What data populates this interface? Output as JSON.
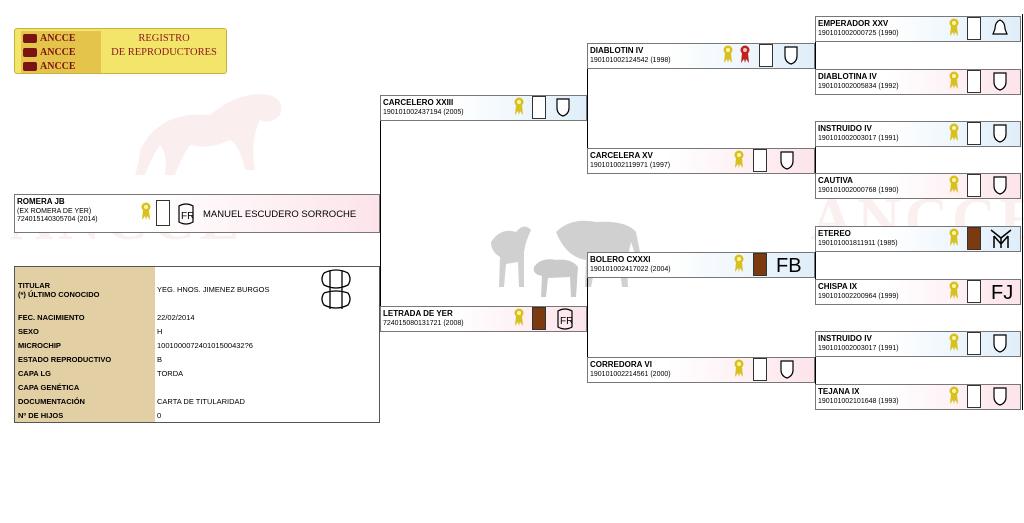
{
  "header": {
    "logo_brand_lines": [
      "ANCCE",
      "ANCCE",
      "ANCCE"
    ],
    "logo_title_line1": "REGISTRO",
    "logo_title_line2": "DE REPRODUCTORES",
    "watermark": "ANCCE"
  },
  "subject": {
    "name": "ROMERA JB",
    "alias": "(EX ROMERA DE YER)",
    "registration": "724015140305704 (2014)",
    "owner": "MANUEL ESCUDERO SORROCHE",
    "brand_icon": "fr-brand-icon",
    "rosette_color": "#d8c020"
  },
  "details": {
    "titular_label": "TITULAR",
    "titular_sub_label": "(*) ÚLTIMO CONOCIDO",
    "titular_value": "YEG. HNOS. JIMENEZ BURGOS",
    "rows": [
      {
        "label": "FEC. NACIMIENTO",
        "value": "22/02/2014"
      },
      {
        "label": "SEXO",
        "value": "H"
      },
      {
        "label": "MICROCHIP",
        "value": "100100007240101500432?6"
      },
      {
        "label": "ESTADO REPRODUCTIVO",
        "value": "B"
      },
      {
        "label": "CAPA LG",
        "value": "TORDA"
      },
      {
        "label": "CAPA GENÉTICA",
        "value": ""
      },
      {
        "label": "DOCUMENTACIÓN",
        "value": "CARTA DE TITULARIDAD"
      },
      {
        "label": "Nº DE HIJOS",
        "value": "0"
      }
    ],
    "microchip_display": "100100007240101500432?6"
  },
  "pedigree": {
    "g1": [
      {
        "name": "CARCELERO XXIII",
        "reg": "190101002437194 (2005)",
        "sex": "male"
      },
      {
        "name": "LETRADA DE YER",
        "reg": "724015080131721 (2008)",
        "sex": "female"
      }
    ],
    "g2": [
      {
        "name": "DIABLOTIN IV",
        "reg": "190101002124542 (1998)",
        "sex": "male"
      },
      {
        "name": "CARCELERA XV",
        "reg": "190101002119971 (1997)",
        "sex": "female"
      },
      {
        "name": "BOLERO CXXXI",
        "reg": "190101002417022 (2004)",
        "sex": "male",
        "brand": "FB"
      },
      {
        "name": "CORREDORA VI",
        "reg": "190101002214561 (2000)",
        "sex": "female"
      }
    ],
    "g3": [
      {
        "name": "EMPERADOR XXV",
        "reg": "190101002000725 (1990)",
        "sex": "male"
      },
      {
        "name": "DIABLOTINA IV",
        "reg": "190101002005834 (1992)",
        "sex": "female"
      },
      {
        "name": "INSTRUIDO IV",
        "reg": "190101002003017 (1991)",
        "sex": "male"
      },
      {
        "name": "CAUTIVA",
        "reg": "190101002000768 (1990)",
        "sex": "female"
      },
      {
        "name": "ETEREO",
        "reg": "190101001811911 (1985)",
        "sex": "male"
      },
      {
        "name": "CHISPA IX",
        "reg": "190101002200964 (1999)",
        "sex": "female",
        "brand": "FJ"
      },
      {
        "name": "INSTRUIDO IV",
        "reg": "190101002003017 (1991)",
        "sex": "male"
      },
      {
        "name": "TEJANA IX",
        "reg": "190101002101648 (1993)",
        "sex": "female"
      }
    ]
  },
  "colors": {
    "male_tint": "#dfeefa",
    "female_tint": "#fce4ea",
    "rosette_gold": "#d8c020",
    "rosette_red": "#c02020",
    "coat_brown": "#7b3a10",
    "details_label_bg": "#e2cfa3"
  }
}
